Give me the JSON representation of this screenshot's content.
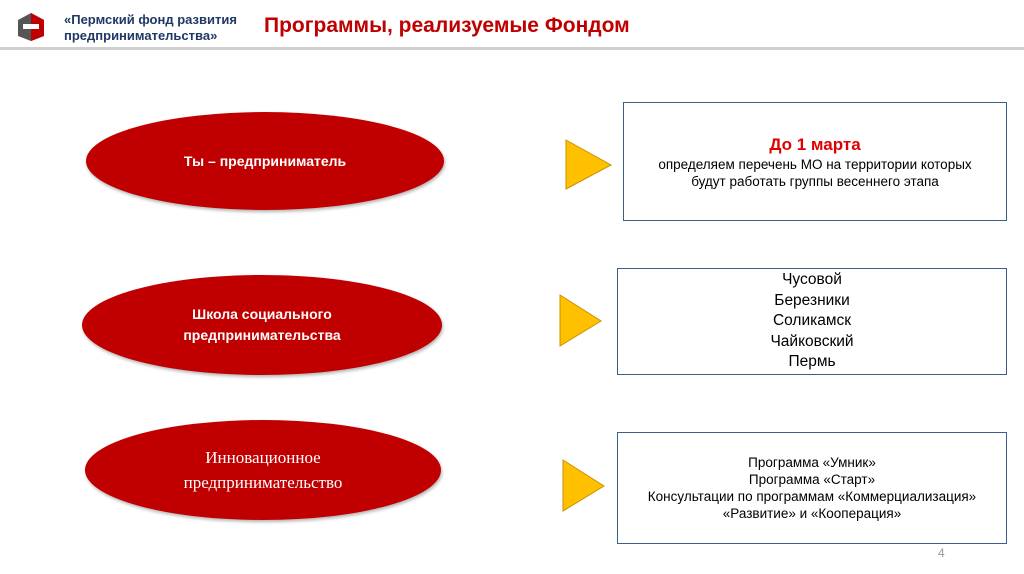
{
  "header": {
    "org_line1": "«Пермский фонд развития",
    "org_line2": "предпринимательства»",
    "title": "Программы, реализуемые Фондом"
  },
  "programs": [
    {
      "label": "Ты – предприниматель"
    },
    {
      "label_line1": "Школа социального",
      "label_line2": "предпринимательства"
    },
    {
      "label_line1": "Инновационное",
      "label_line2": "предпринимательство"
    }
  ],
  "boxes": {
    "deadline": {
      "heading": "До 1 марта",
      "line1": "определяем перечень МО на территории которых",
      "line2": "будут работать группы весеннего этапа"
    },
    "cities": [
      "Чусовой",
      "Березники",
      "Соликамск",
      "Чайковский",
      "Пермь"
    ],
    "innovation": [
      "Программа «Умник»",
      "Программа «Старт»",
      "Консультации по программам «Коммерциализация»",
      "«Развитие» и «Кооперация»"
    ]
  },
  "page_number": "4",
  "colors": {
    "accent": "#c00000",
    "arrow": "#ffc000",
    "border": "#3a5f8a"
  }
}
